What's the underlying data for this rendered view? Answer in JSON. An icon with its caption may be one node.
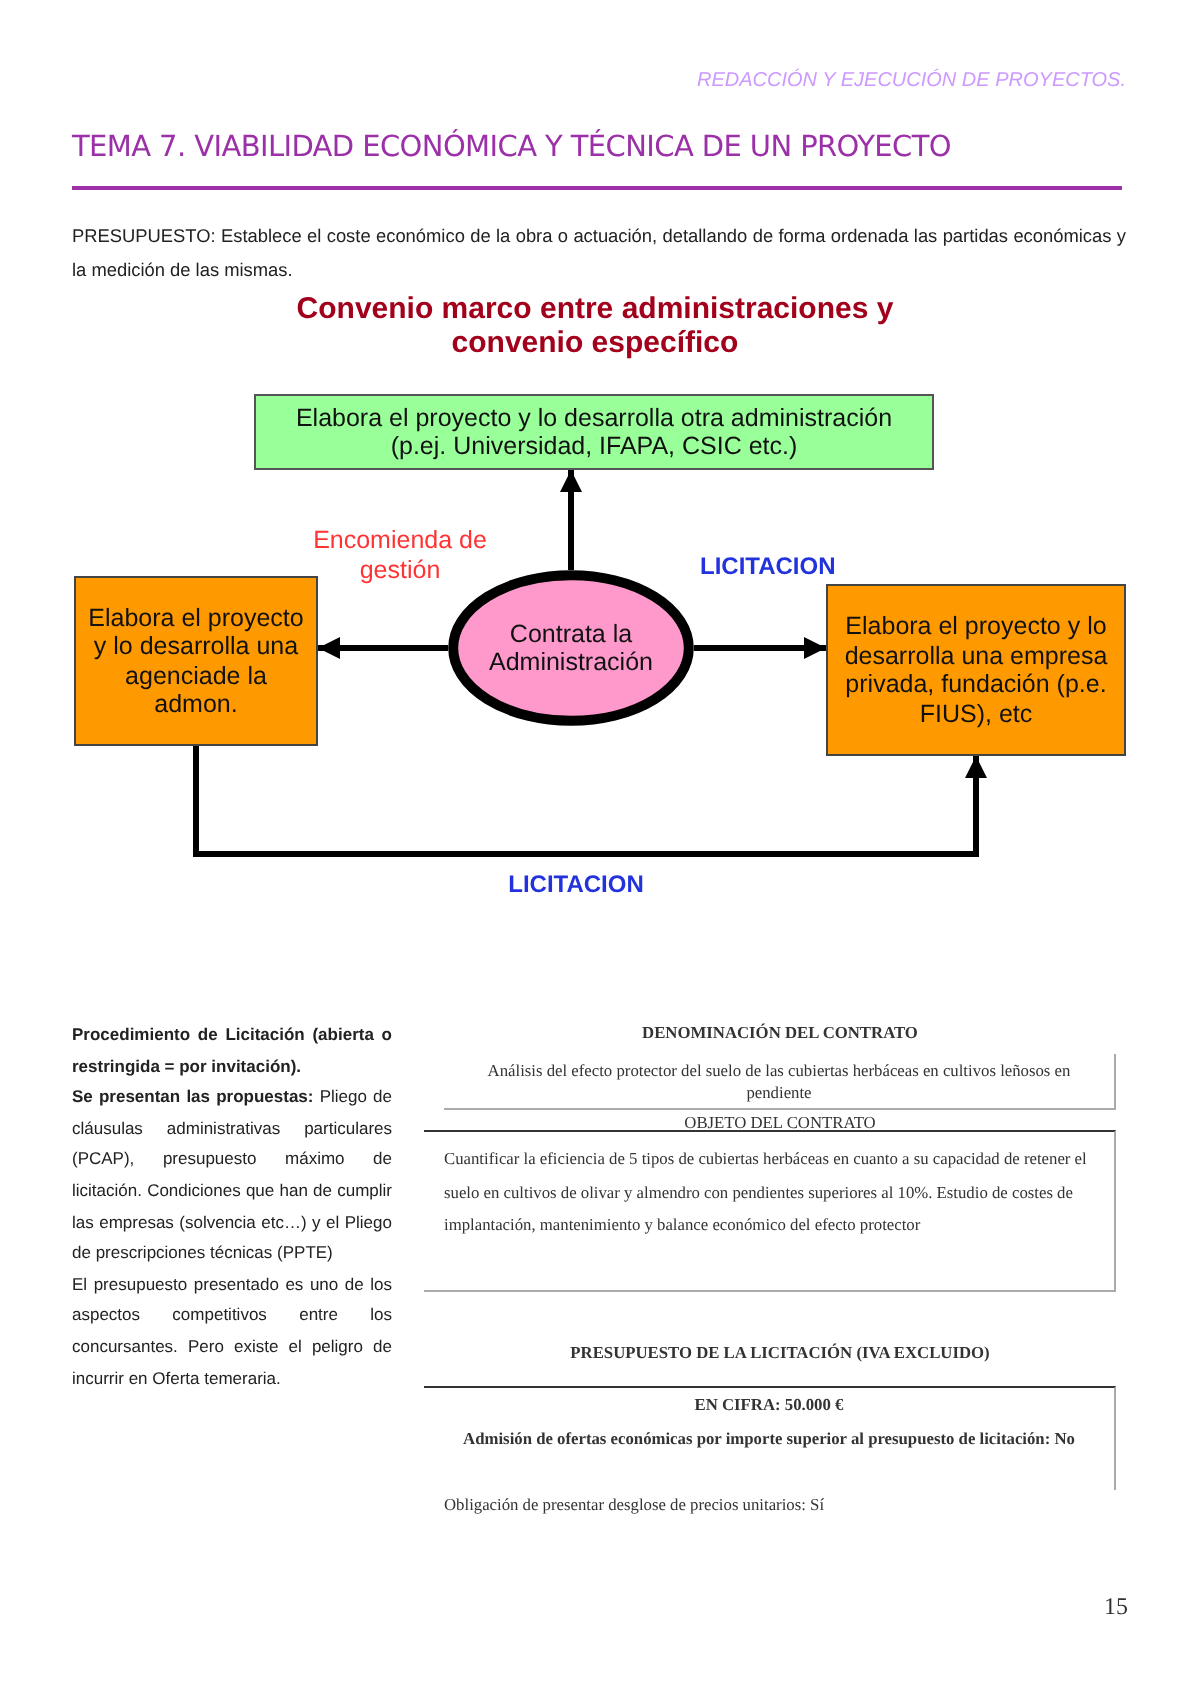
{
  "diagram": {
    "title": "TEMA 7. VIABILIDAD ECONÓMICA Y TÉCNICA DE UN PROYECTO",
    "nodes": [
      {
        "text": [
          "Elabora el proyecto y lo desarrolla otra administración (p.ej. Universidad, IFAPA, CSIC etc.)"
        ]
      },
      {
        "text": [
          "Contrata la Administración"
        ]
      },
      {
        "text": [
          "Elabora el proyecto y lo desarrolla una agenciade la admon."
        ]
      },
      {
        "text": [
          "Elabora el proyecto y lo desarrolla una empresa privada, fundación (p.e. FIUS), etc"
        ]
      }
    ],
    "edges": [
      {
        "from": 1,
        "to": 0,
        "arrow": "to"
      },
      {
        "from": 1,
        "to": 2,
        "arrow": "to",
        "label": "Encomienda de gestión"
      },
      {
        "from": 1,
        "to": 3,
        "arrow": "to",
        "label": "LICITACION"
      },
      {
        "from": 2,
        "to": 3,
        "arrow": "to",
        "label": "LICITACION"
      }
    ],
    "labels": [
      "REDACCIÓN Y EJECUCIÓN DE PROYECTOS.",
      "PRESUPUESTO: Establece el coste económico de la obra o actuación, detallando de forma ordenada las partidas económicas y la medición de las mismas.",
      "Convenio marco entre administraciones y convenio específico",
      "Procedimiento de Licitación (abierta o restringida = por invitación).",
      "**Se presentan las propuestas:** Pliego de cláusulas administrativas particulares (PCAP), presupuesto máximo de licitación. Condiciones que han de cumplir las empresas (solvencia etc…) y el Pliego de prescripciones técnicas (PPTE)",
      "El presupuesto presentado es uno de los aspectos competitivos entre los concursantes. Pero existe el peligro de incurrir en Oferta temeraria.",
      "DENOMINACIÓN DEL CONTRATO",
      "Análisis del efecto protector del suelo de las cubiertas herbáceas en cultivos leñosos en pendiente",
      "OBJETO DEL CONTRATO",
      "Cuantificar la eficiencia de 5 tipos de cubiertas herbáceas en cuanto a su capacidad de retener el suelo en cultivos de olivar y almendro con pendientes superiores al 10%. Estudio de costes de implantación, mantenimiento y balance económico del efecto protector",
      "PRESUPUESTO DE LA LICITACIÓN (IVA EXCLUIDO)",
      "EN CIFRA: 50.000 €",
      "Admisión de ofertas económicas por importe superior al presupuesto de licitación: No",
      "Obligación de presentar desglose de precios unitarios: Sí",
      "15"
    ]
  }
}
